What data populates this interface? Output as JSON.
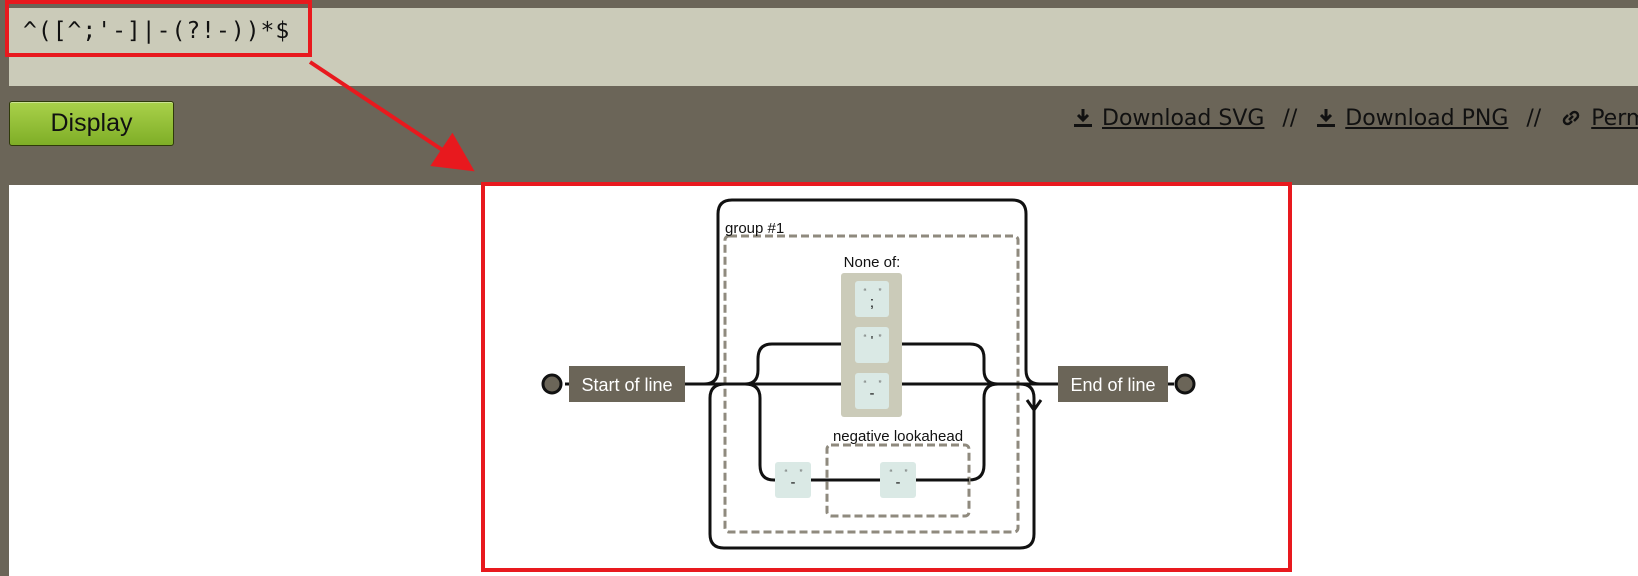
{
  "regex": {
    "value": "^([^;'-]|-(?!-))*$"
  },
  "toolbar": {
    "display_label": "Display",
    "links": [
      {
        "label": "Download SVG",
        "icon": "download-icon"
      },
      {
        "label": "Download PNG",
        "icon": "download-icon"
      },
      {
        "label": "Permalink",
        "icon": "link-icon"
      }
    ],
    "separator": "//"
  },
  "diagram": {
    "start_label": "Start of line",
    "end_label": "End of line",
    "group_label": "group #1",
    "none_of_label": "None of:",
    "none_of_items": [
      ";",
      "'",
      "-"
    ],
    "lookahead_label": "negative lookahead",
    "dash_literal": "-",
    "lookahead_literal": "-"
  },
  "colors": {
    "background": "#6b6558",
    "input_bg": "#cbcbb9",
    "button_green": "#8fbf33",
    "annotation_red": "#e8191e",
    "label_box": "#6b6558",
    "charset_bg": "#cbcbb9",
    "literal_bg": "#dae9e5"
  }
}
